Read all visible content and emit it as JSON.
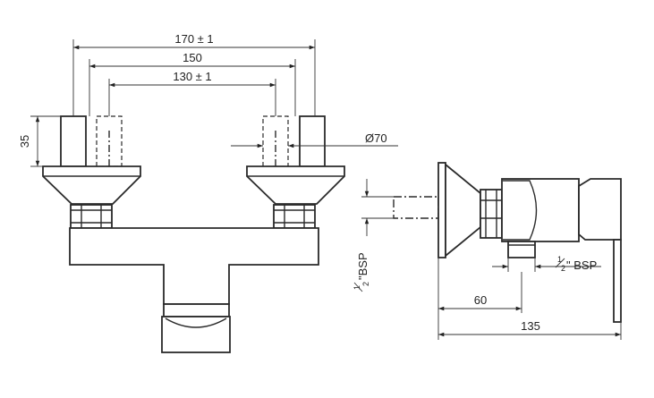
{
  "dimensions": {
    "overall_width": "170 ± 1",
    "center_distance": "150",
    "inner_width": "130 ± 1",
    "height": "35",
    "diameter": "Ø70",
    "inlet_thread_num": "1",
    "inlet_thread_den": "2",
    "inlet_thread_unit": "\"BSP",
    "outlet_thread_num": "1",
    "outlet_thread_den": "2",
    "outlet_thread_unit": "\" BSP",
    "side_depth": "60",
    "side_total": "135"
  }
}
